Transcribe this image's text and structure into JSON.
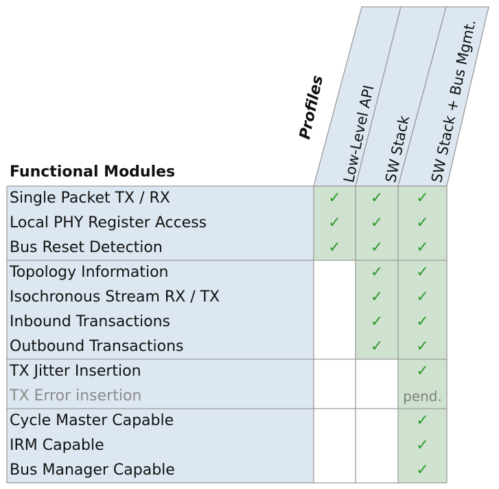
{
  "titles": {
    "functional_modules": "Functional Modules",
    "profiles": "Profiles"
  },
  "columns": [
    {
      "label": "Low-Level API"
    },
    {
      "label": "SW Stack"
    },
    {
      "label": "SW Stack + Bus Mgmt."
    }
  ],
  "rows": [
    {
      "label": "Single Packet TX / RX",
      "cells": [
        "✓",
        "✓",
        "✓"
      ]
    },
    {
      "label": "Local PHY Register Access",
      "cells": [
        "✓",
        "✓",
        "✓"
      ]
    },
    {
      "label": "Bus Reset Detection",
      "cells": [
        "✓",
        "✓",
        "✓"
      ]
    },
    {
      "label": "Topology Information",
      "cells": [
        "",
        "✓",
        "✓"
      ]
    },
    {
      "label": "Isochronous Stream RX / TX",
      "cells": [
        "",
        "✓",
        "✓"
      ]
    },
    {
      "label": "Inbound Transactions",
      "cells": [
        "",
        "✓",
        "✓"
      ]
    },
    {
      "label": "Outbound Transactions",
      "cells": [
        "",
        "✓",
        "✓"
      ]
    },
    {
      "label": "TX Jitter Insertion",
      "cells": [
        "",
        "",
        "✓"
      ]
    },
    {
      "label": "TX Error insertion",
      "muted": true,
      "cells": [
        "",
        "",
        "pend."
      ]
    },
    {
      "label": "Cycle Master Capable",
      "cells": [
        "",
        "",
        "✓"
      ]
    },
    {
      "label": "IRM Capable",
      "cells": [
        "",
        "",
        "✓"
      ]
    },
    {
      "label": "Bus Manager Capable",
      "cells": [
        "",
        "",
        "✓"
      ]
    }
  ],
  "colors": {
    "label_fill": "#dde7f1",
    "header_fill": "#dde7f1",
    "supported_fill": "#cfe2cf",
    "grid": "#9a9a9a",
    "check": "#2e9a2e",
    "muted_text": "#8a8a8a"
  }
}
